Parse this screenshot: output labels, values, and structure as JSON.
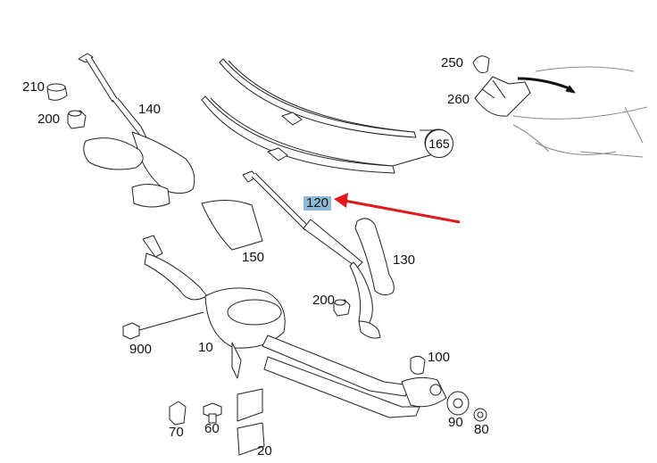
{
  "diagram": {
    "highlight_color": "#8fbbd9",
    "arrow_color": "#e01818",
    "part_labels": {
      "p210": "210",
      "p200a": "200",
      "p140": "140",
      "p165": "165",
      "p250": "250",
      "p260": "260",
      "p120": "120",
      "p150": "150",
      "p130": "130",
      "p200b": "200",
      "p900": "900",
      "p10": "10",
      "p100": "100",
      "p70": "70",
      "p60": "60",
      "p90": "90",
      "p80": "80",
      "p20": "20"
    }
  }
}
